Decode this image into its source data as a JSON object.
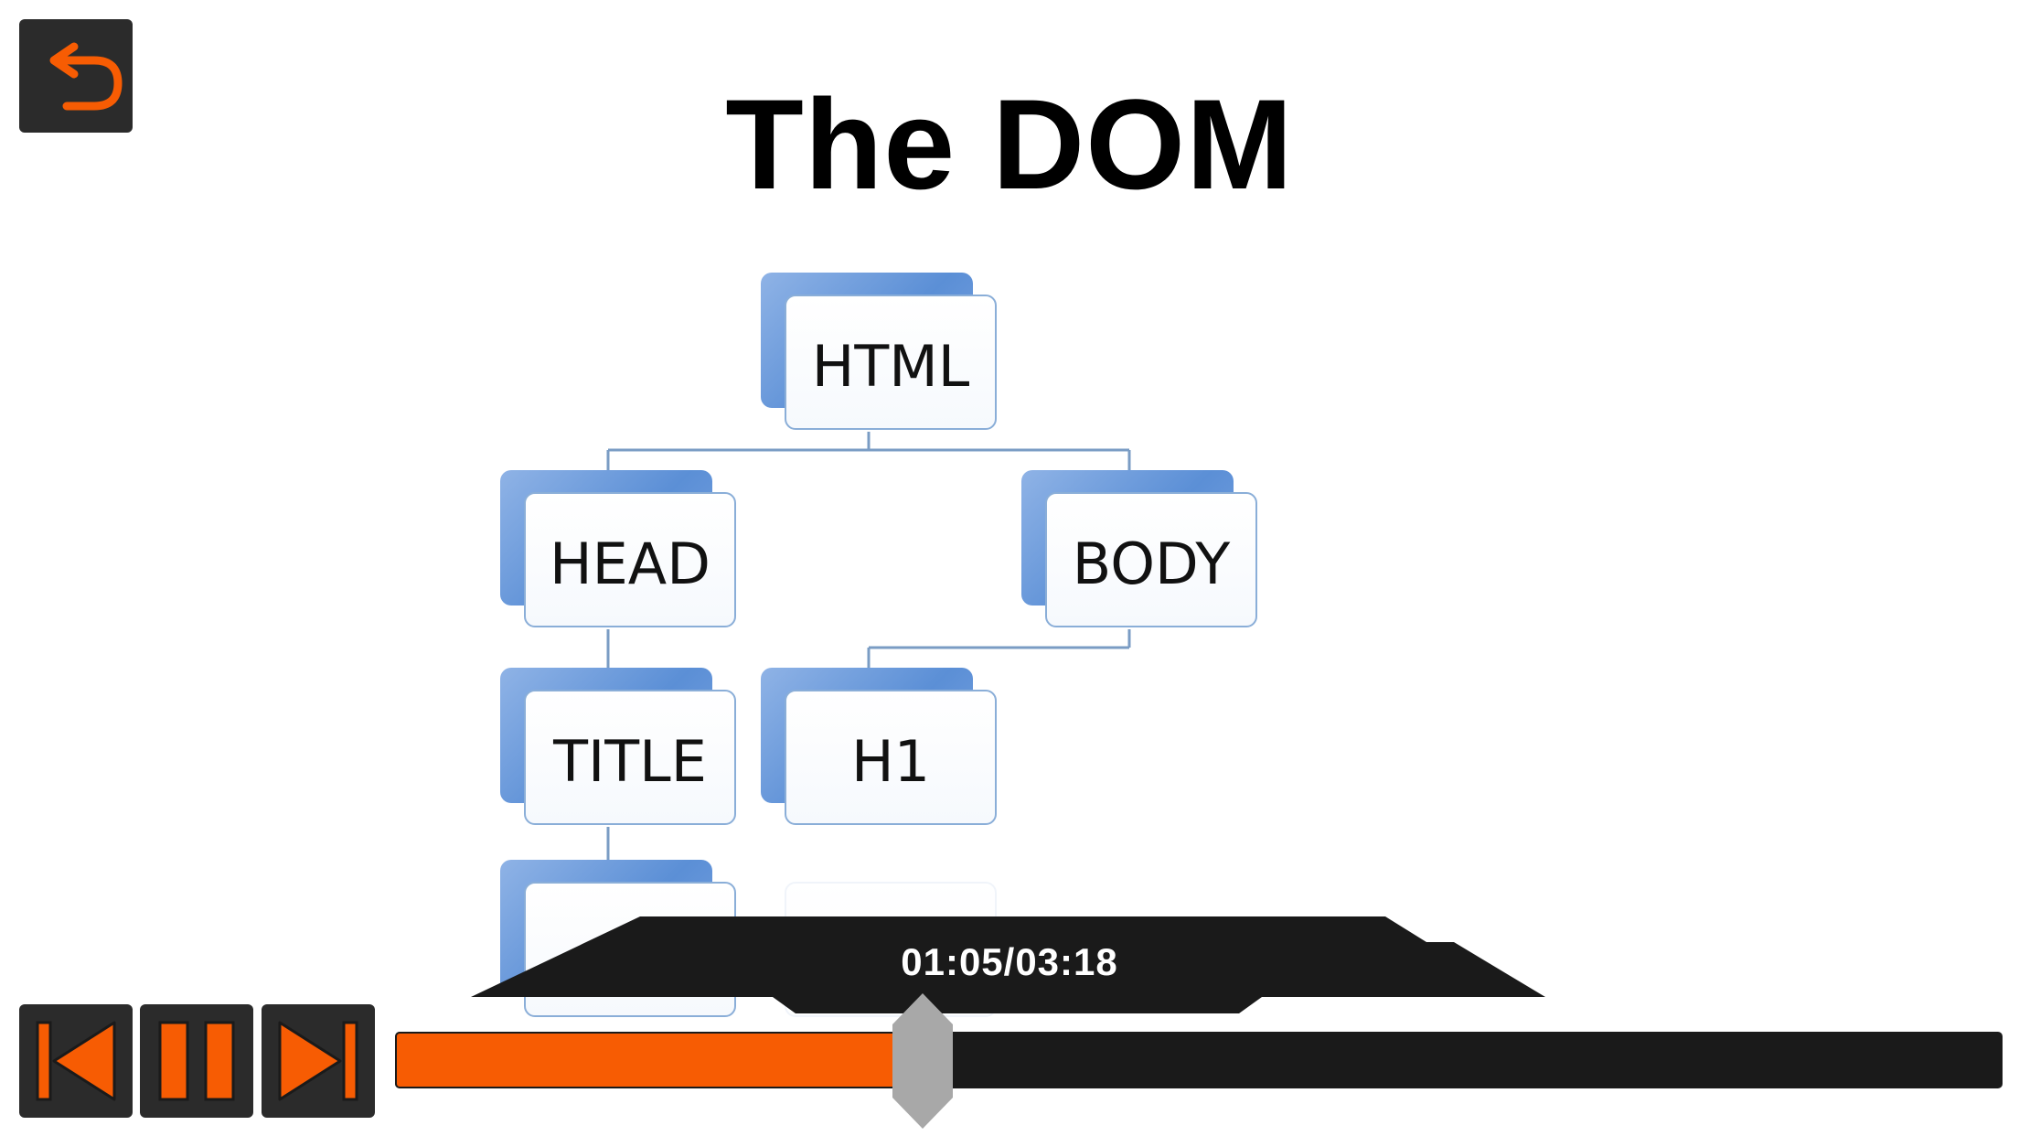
{
  "slide": {
    "title": "The DOM"
  },
  "tree": {
    "nodes": [
      {
        "id": "html",
        "label": "HTML"
      },
      {
        "id": "head",
        "label": "HEAD"
      },
      {
        "id": "body",
        "label": "BODY"
      },
      {
        "id": "title",
        "label": "TITLE"
      },
      {
        "id": "h1",
        "label": "H1"
      }
    ]
  },
  "player": {
    "time_display": "01:05/03:18",
    "progress": 0.328,
    "controls": {
      "back_icon": "back-arrow-icon",
      "prev_icon": "skip-previous-icon",
      "pause_icon": "pause-icon",
      "next_icon": "skip-next-icon"
    },
    "accent_color": "#f75c03",
    "button_bg": "#2b2b2b"
  }
}
